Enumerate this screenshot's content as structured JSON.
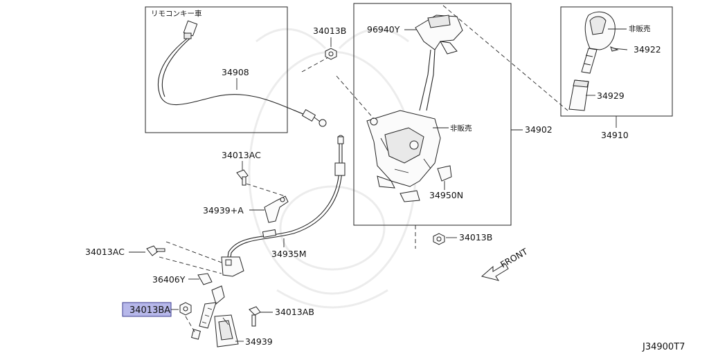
{
  "diagram_code": "J34900T7",
  "front_label": "FRONT",
  "highlighted_part": "34013BA",
  "box_labels": {
    "remote_key_car": "リモコンキー車",
    "not_for_sale_upper": "非販売",
    "not_for_sale_middle": "非販売"
  },
  "parts": {
    "p34013B_top": "34013B",
    "p96940Y": "96940Y",
    "p34922": "34922",
    "p34908": "34908",
    "p34929": "34929",
    "p34902": "34902",
    "p34910": "34910",
    "p34013AC_top": "34013AC",
    "p34939A": "34939+A",
    "p34950N": "34950N",
    "p34013B_mid": "34013B",
    "p34935M": "34935M",
    "p34013AC_left": "34013AC",
    "p36406Y": "36406Y",
    "p34013BA": "34013BA",
    "p34013AB": "34013AB",
    "p34939": "34939"
  },
  "colors": {
    "highlight": "#b7b8ea",
    "line": "#222222"
  }
}
